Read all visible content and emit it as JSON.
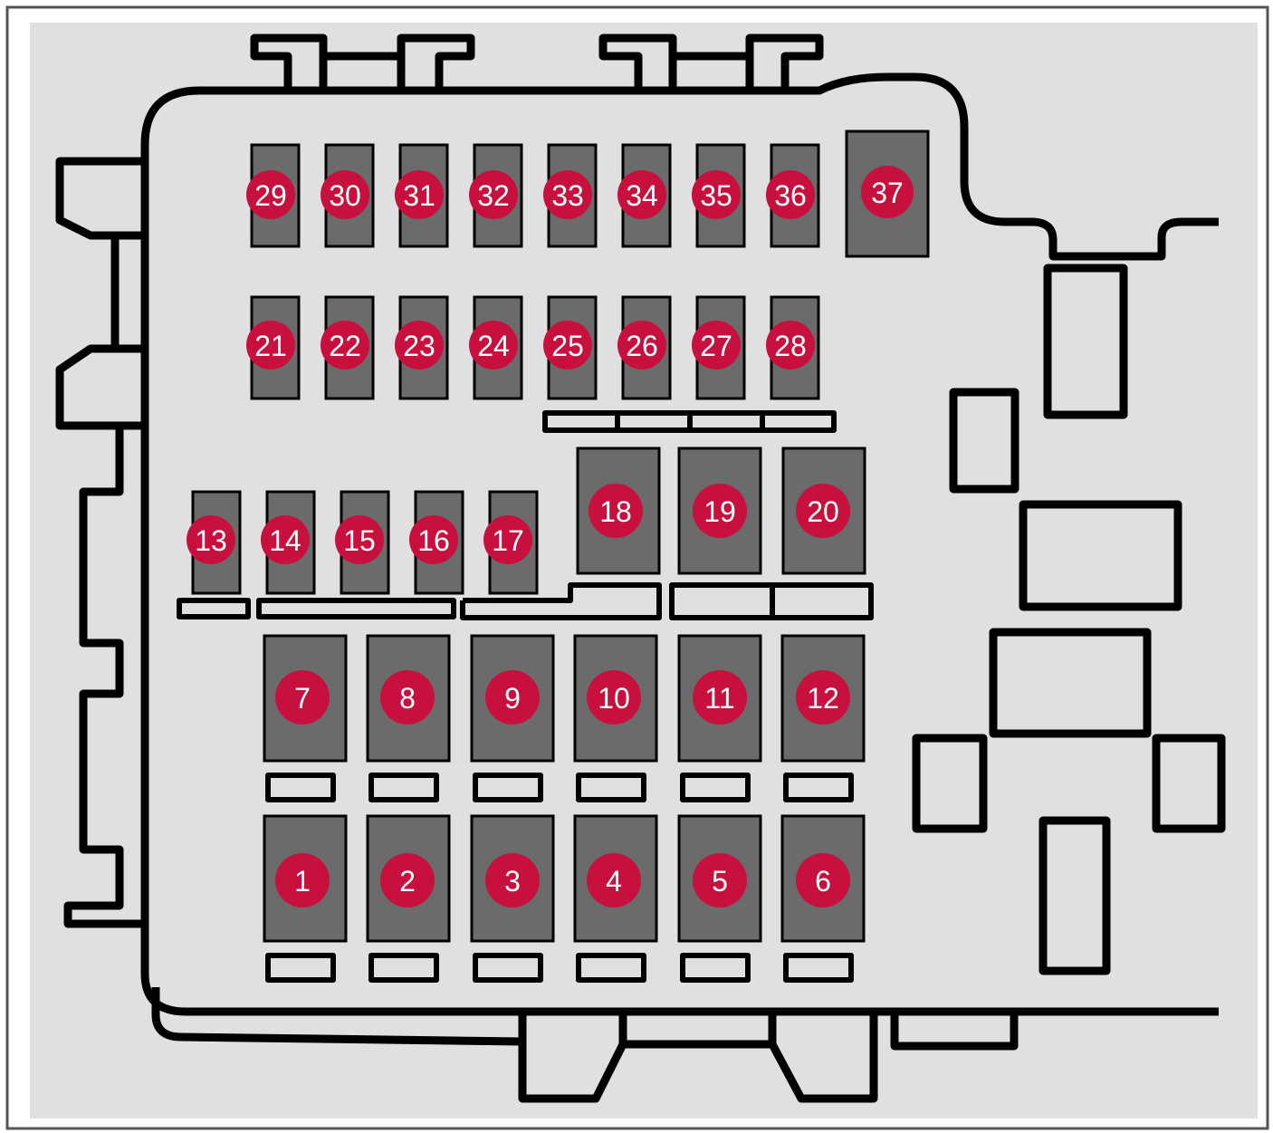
{
  "colors": {
    "background": "#e0e0e0",
    "outline": "#000000",
    "fuse_body": "#6b6b6b",
    "badge": "#c8103e",
    "badge_text": "#ffffff"
  },
  "fuses": [
    {
      "id": "1",
      "label": "1",
      "kind": "large"
    },
    {
      "id": "2",
      "label": "2",
      "kind": "large"
    },
    {
      "id": "3",
      "label": "3",
      "kind": "large"
    },
    {
      "id": "4",
      "label": "4",
      "kind": "large"
    },
    {
      "id": "5",
      "label": "5",
      "kind": "large"
    },
    {
      "id": "6",
      "label": "6",
      "kind": "large"
    },
    {
      "id": "7",
      "label": "7",
      "kind": "large"
    },
    {
      "id": "8",
      "label": "8",
      "kind": "large"
    },
    {
      "id": "9",
      "label": "9",
      "kind": "large"
    },
    {
      "id": "10",
      "label": "10",
      "kind": "large"
    },
    {
      "id": "11",
      "label": "11",
      "kind": "large"
    },
    {
      "id": "12",
      "label": "12",
      "kind": "large"
    },
    {
      "id": "13",
      "label": "13",
      "kind": "small"
    },
    {
      "id": "14",
      "label": "14",
      "kind": "small"
    },
    {
      "id": "15",
      "label": "15",
      "kind": "small"
    },
    {
      "id": "16",
      "label": "16",
      "kind": "small"
    },
    {
      "id": "17",
      "label": "17",
      "kind": "small"
    },
    {
      "id": "18",
      "label": "18",
      "kind": "large"
    },
    {
      "id": "19",
      "label": "19",
      "kind": "large"
    },
    {
      "id": "20",
      "label": "20",
      "kind": "large"
    },
    {
      "id": "21",
      "label": "21",
      "kind": "small"
    },
    {
      "id": "22",
      "label": "22",
      "kind": "small"
    },
    {
      "id": "23",
      "label": "23",
      "kind": "small"
    },
    {
      "id": "24",
      "label": "24",
      "kind": "small"
    },
    {
      "id": "25",
      "label": "25",
      "kind": "small"
    },
    {
      "id": "26",
      "label": "26",
      "kind": "small"
    },
    {
      "id": "27",
      "label": "27",
      "kind": "small"
    },
    {
      "id": "28",
      "label": "28",
      "kind": "small"
    },
    {
      "id": "29",
      "label": "29",
      "kind": "small"
    },
    {
      "id": "30",
      "label": "30",
      "kind": "small"
    },
    {
      "id": "31",
      "label": "31",
      "kind": "small"
    },
    {
      "id": "32",
      "label": "32",
      "kind": "small"
    },
    {
      "id": "33",
      "label": "33",
      "kind": "small"
    },
    {
      "id": "34",
      "label": "34",
      "kind": "small"
    },
    {
      "id": "35",
      "label": "35",
      "kind": "small"
    },
    {
      "id": "36",
      "label": "36",
      "kind": "small"
    },
    {
      "id": "37",
      "label": "37",
      "kind": "large"
    }
  ]
}
